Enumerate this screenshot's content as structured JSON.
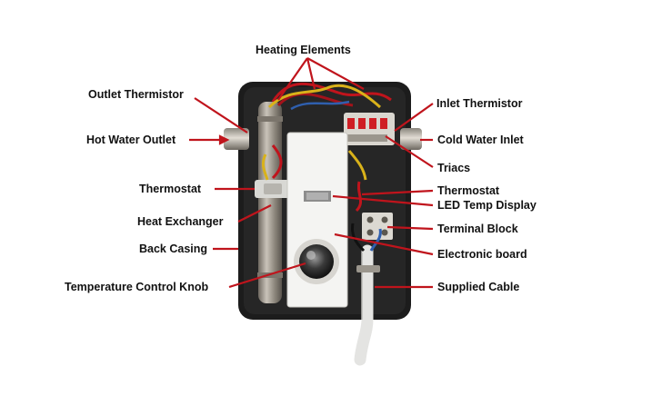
{
  "labels": {
    "heating_elements": "Heating Elements",
    "outlet_thermistor": "Outlet Thermistor",
    "inlet_thermistor": "Inlet Thermistor",
    "hot_water_outlet": "Hot Water Outlet",
    "cold_water_inlet": "Cold Water Inlet",
    "triacs": "Triacs",
    "thermostat_left": "Thermostat",
    "thermostat_right": "Thermostat",
    "led_temp_display": "LED Temp Display",
    "heat_exchanger": "Heat Exchanger",
    "terminal_block": "Terminal Block",
    "back_casing": "Back Casing",
    "electronic_board": "Electronic board",
    "temperature_control_knob": "Temperature Control Knob",
    "supplied_cable": "Supplied Cable"
  },
  "colors": {
    "leader": "#c0141c",
    "casing": "#1c1c1c",
    "pipe": "#9a948c",
    "board": "#f4f4f2",
    "terminal": "#cf1e24",
    "wire_yellow": "#d9b21a"
  }
}
